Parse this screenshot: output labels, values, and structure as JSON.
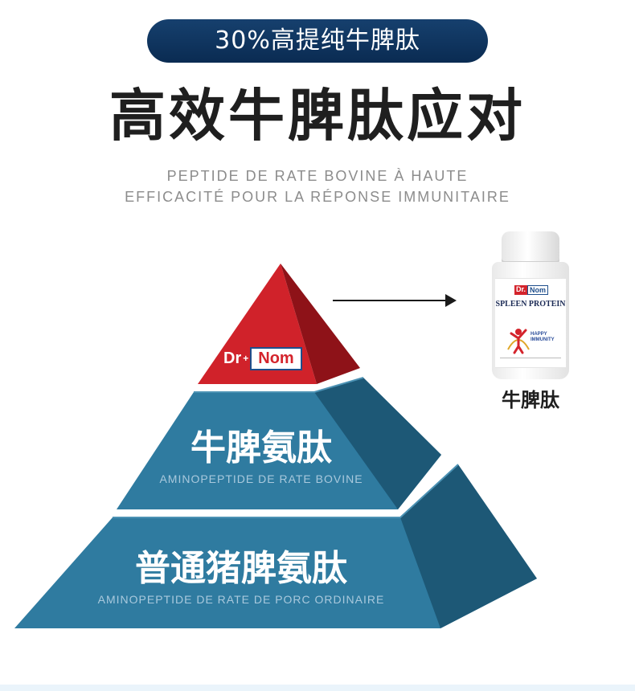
{
  "header": {
    "badge": "30%高提纯牛脾肽",
    "title": "高效牛脾肽应对",
    "subtitle_line1": "PEPTIDE DE RATE BOVINE À HAUTE",
    "subtitle_line2": "EFFICACITÉ POUR LA RÉPONSE IMMUNITAIRE"
  },
  "pyramid": {
    "top": {
      "brand_dr": "Dr",
      "brand_plus": "+",
      "brand_nom": "Nom"
    },
    "middle": {
      "cn": "牛脾氨肽",
      "fr": "AMINOPEPTIDE DE RATE BOVINE"
    },
    "bottom": {
      "cn": "普通猪脾氨肽",
      "fr": "AMINOPEPTIDE DE RATE DE PORC ORDINAIRE"
    }
  },
  "product": {
    "label_brand_dr": "Dr.",
    "label_brand_nom": "Nom",
    "label_name": "SPLEEN PROTEIN",
    "label_happy_1": "HAPPY",
    "label_happy_2": "IMMUNITY",
    "caption": "牛脾肽"
  },
  "colors": {
    "badge_bg": "#0f3562",
    "pyramid_red": "#d0222a",
    "pyramid_blue": "#2f7ba0",
    "pyramid_blue_dark": "#1d5876",
    "bottle_red": "#d4242c"
  },
  "icons": {
    "arrow": "arrow-right-icon",
    "figure": "happy-figure-icon"
  }
}
